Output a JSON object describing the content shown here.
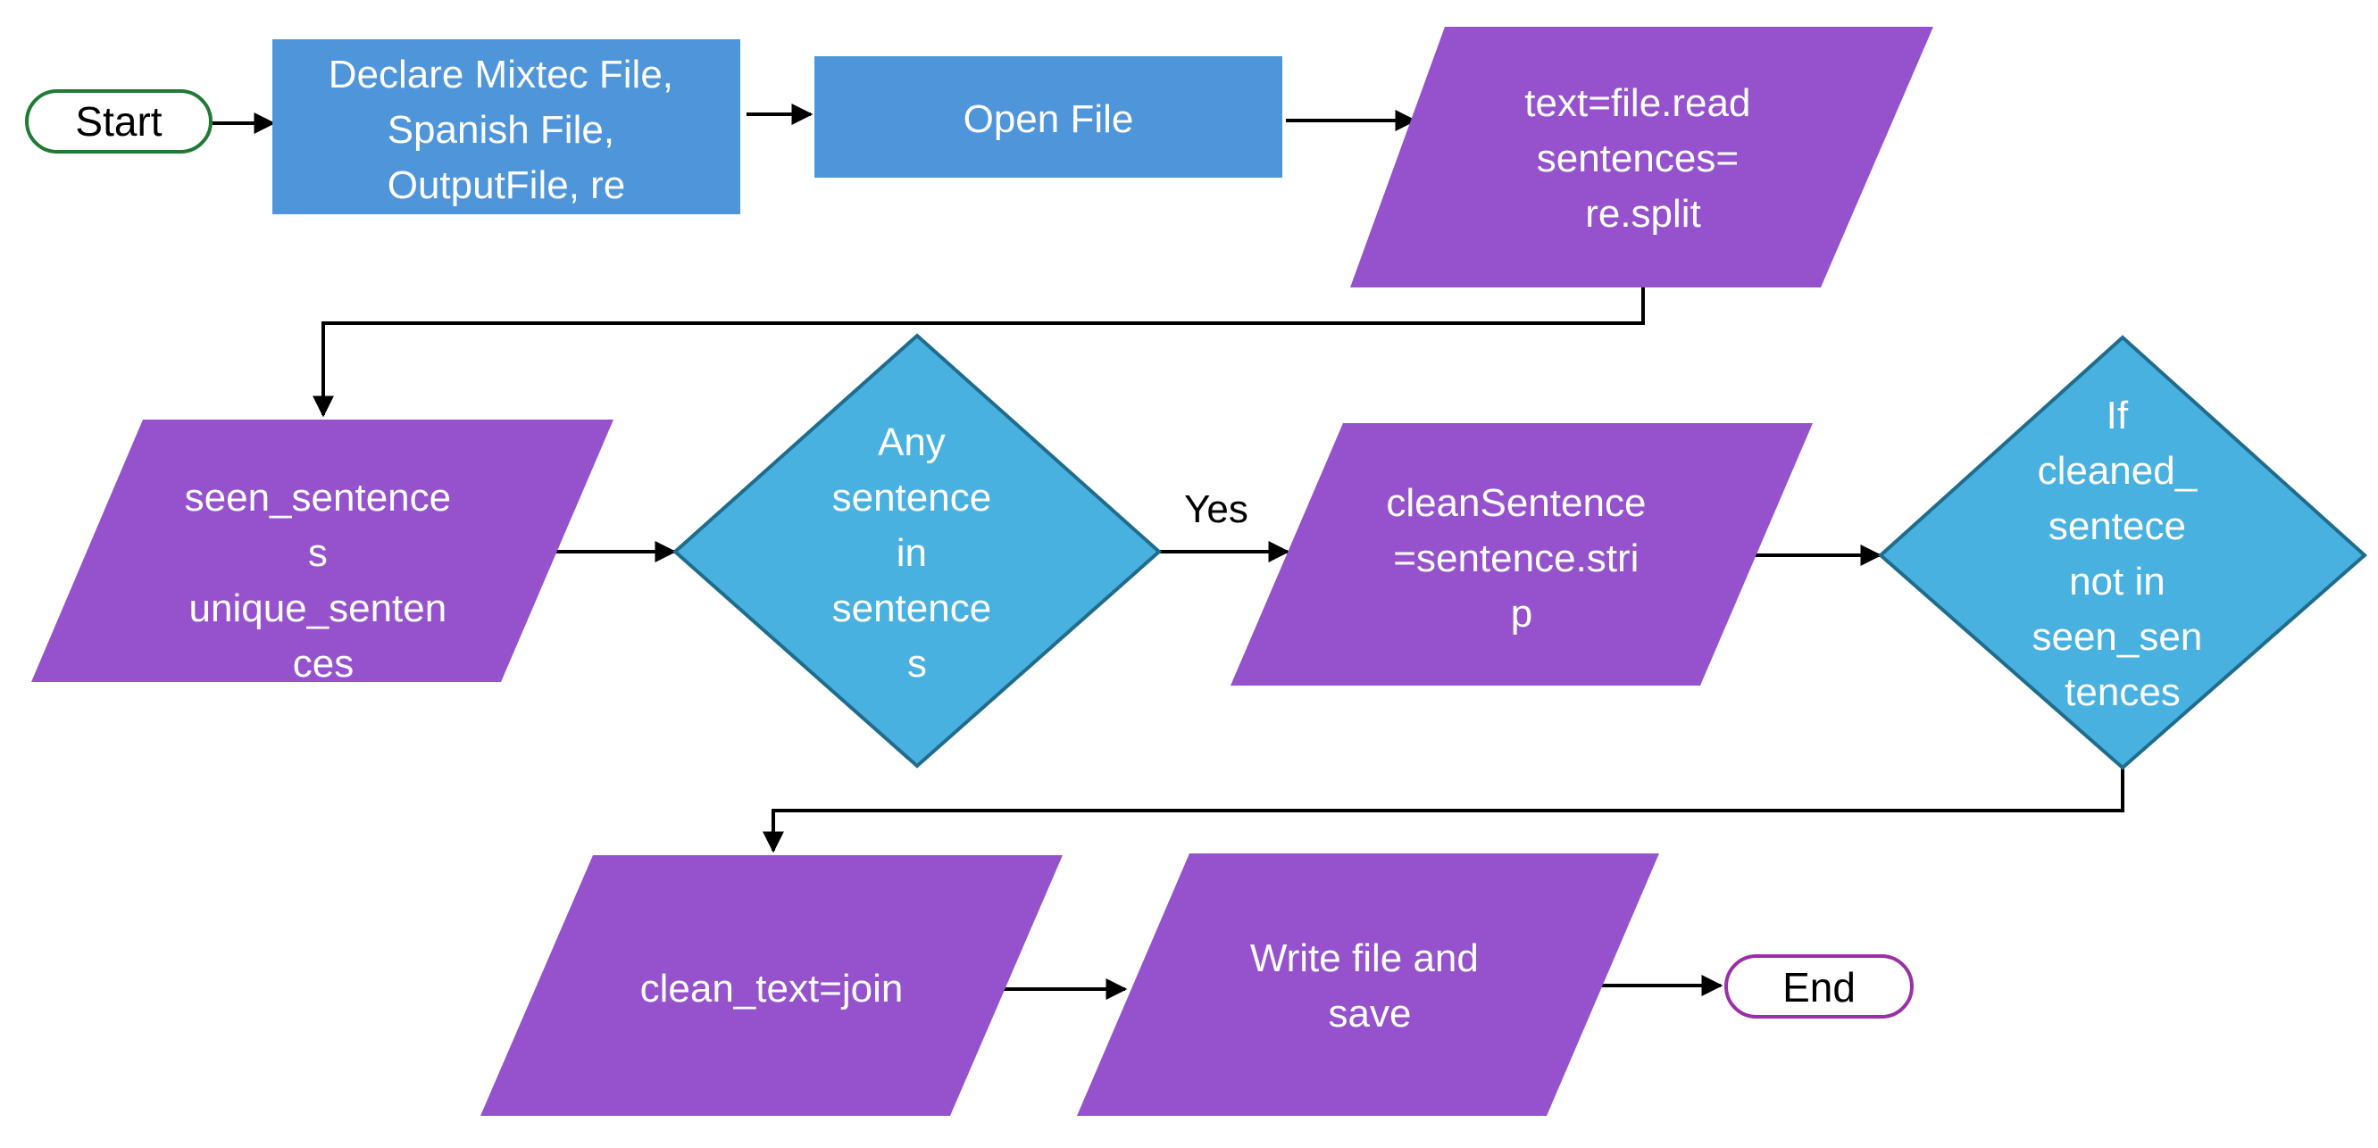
{
  "colors": {
    "process_blue": "#4f95d9",
    "io_purple": "#9552cc",
    "decision_blue": "#48b1e0",
    "decision_stroke": "#1f6c8c",
    "start_stroke": "#1f7a33",
    "end_stroke": "#9a2fa8",
    "edge": "#000000"
  },
  "nodes": {
    "start": {
      "label": "Start"
    },
    "declare": {
      "lines": [
        "Declare Mixtec File,",
        "Spanish File,",
        "OutputFile, re"
      ]
    },
    "open_file": {
      "label": "Open File"
    },
    "read_split": {
      "lines": [
        "text=file.read",
        "sentences=",
        "re.split"
      ]
    },
    "seen_unique": {
      "lines": [
        "seen_sentence",
        "s",
        "unique_senten",
        "ces"
      ]
    },
    "any_sentence": {
      "lines": [
        "Any",
        "sentence",
        "in",
        "sentence",
        "s"
      ]
    },
    "clean_sentence": {
      "lines": [
        "cleanSentence",
        "=sentence.stri",
        "p"
      ]
    },
    "if_not_seen": {
      "lines": [
        "If",
        "cleaned_",
        "sentece",
        "not in",
        "seen_sen",
        "tences"
      ]
    },
    "clean_text": {
      "label": "clean_text=join"
    },
    "write_file": {
      "lines": [
        "Write file and",
        "save"
      ]
    },
    "end": {
      "label": "End"
    }
  },
  "edges": {
    "yes_label": "Yes"
  }
}
